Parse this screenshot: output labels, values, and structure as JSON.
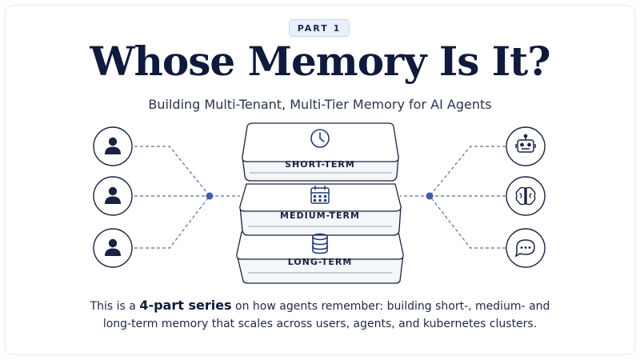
{
  "header": {
    "badge": "PART 1",
    "title": "Whose Memory Is It?",
    "subtitle": "Building Multi-Tenant, Multi-Tier Memory for AI Agents"
  },
  "diagram": {
    "tiers": [
      {
        "label": "SHORT-TERM",
        "icon": "clock-icon"
      },
      {
        "label": "MEDIUM-TERM",
        "icon": "calendar-icon"
      },
      {
        "label": "LONG-TERM",
        "icon": "database-icon"
      }
    ],
    "left_nodes": [
      {
        "icon": "user-icon"
      },
      {
        "icon": "user-icon"
      },
      {
        "icon": "user-icon"
      }
    ],
    "right_nodes": [
      {
        "icon": "robot-icon"
      },
      {
        "icon": "brain-icon"
      },
      {
        "icon": "chat-bubble-icon"
      }
    ],
    "colors": {
      "accent": "#3d5fa8",
      "ink": "#1a2340",
      "line": "#5a6f9e"
    }
  },
  "footer": {
    "prefix": "This is a ",
    "highlight": "4-part series",
    "suffix": " on how agents remember: building short-, medium- and long-term memory that scales across users, agents, and kubernetes clusters."
  }
}
